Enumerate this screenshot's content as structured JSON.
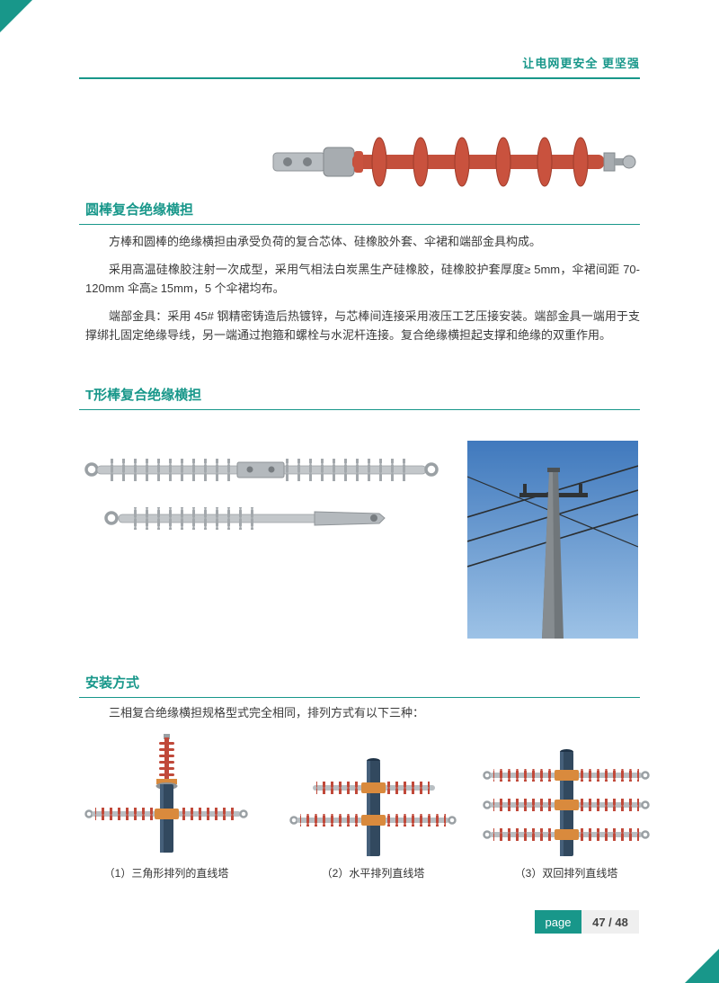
{
  "page": {
    "slogan": "让电网更安全  更坚强",
    "footer": {
      "page_label": "page",
      "page_number": "47 / 48"
    }
  },
  "sections": {
    "round_rod": {
      "title": "圆棒复合绝缘横担",
      "paragraphs": [
        "方棒和圆棒的绝缘横担由承受负荷的复合芯体、硅橡胶外套、伞裙和端部金具构成。",
        "采用高温硅橡胶注射一次成型，采用气相法白炭黑生产硅橡胶，硅橡胶护套厚度≥ 5mm，伞裙间距 70-120mm 伞高≥ 15mm，5 个伞裙均布。",
        "端部金具：采用 45# 钢精密铸造后热镀锌，与芯棒间连接采用液压工艺压接安装。端部金具一端用于支撑绑扎固定绝缘导线，另一端通过抱箍和螺栓与水泥杆连接。复合绝缘横担起支撑和绝缘的双重作用。"
      ]
    },
    "t_rod": {
      "title": "T形棒复合绝缘横担"
    },
    "install": {
      "title": "安装方式",
      "intro": "三相复合绝缘横担规格型式完全相同，排列方式有以下三种：",
      "captions": [
        "（1）三角形排列的直线塔",
        "（2）水平排列直线塔",
        "（3）双回排列直线塔"
      ]
    }
  },
  "colors": {
    "accent_teal": "#18978a",
    "insulator_red": "#c0493a",
    "pole_navy": "#32495f",
    "clamp_orange": "#d98a3d",
    "metal_gray": "#b6bbbf"
  }
}
